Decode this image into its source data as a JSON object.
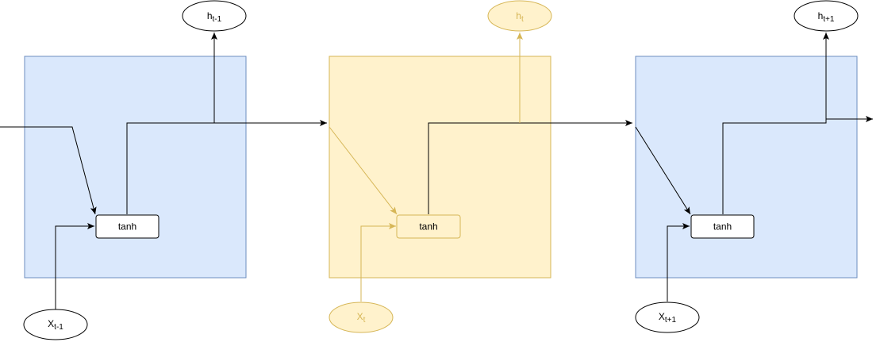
{
  "diagram": {
    "cells": [
      {
        "id": "cell-prev",
        "theme": "blue",
        "tanh_label": "tanh",
        "output": {
          "base": "h",
          "sub": "t-1"
        },
        "input": {
          "base": "X",
          "sub": "t-1"
        }
      },
      {
        "id": "cell-current",
        "theme": "yellow",
        "tanh_label": "tanh",
        "output": {
          "base": "h",
          "sub": "t"
        },
        "input": {
          "base": "X",
          "sub": "t"
        }
      },
      {
        "id": "cell-next",
        "theme": "blue",
        "tanh_label": "tanh",
        "output": {
          "base": "h",
          "sub": "t+1"
        },
        "input": {
          "base": "X",
          "sub": "t+1"
        }
      }
    ]
  },
  "colors": {
    "blue_fill": "#dae8fc",
    "blue_stroke": "#6c8ebf",
    "yellow_fill": "#fff2cc",
    "yellow_stroke": "#d6b656",
    "line_black": "#000000",
    "line_yellow": "#d6b656",
    "text_yellow": "#d6b656",
    "box_fill": "#ffffff"
  }
}
